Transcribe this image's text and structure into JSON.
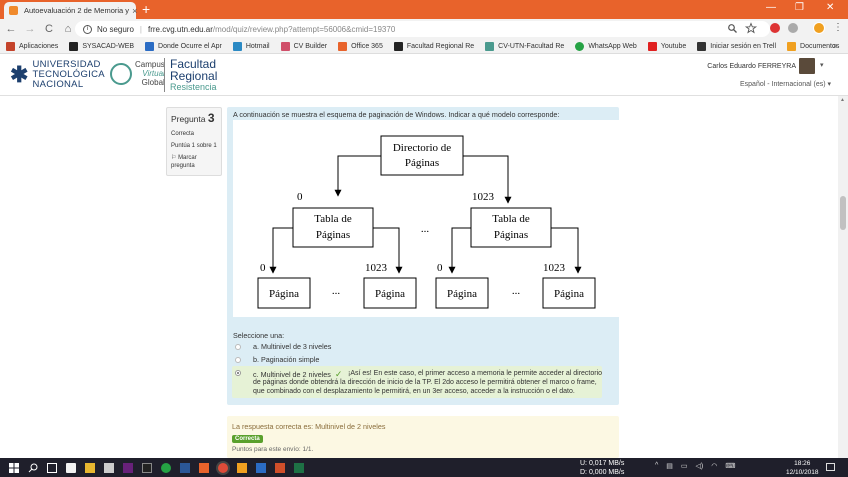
{
  "browser": {
    "tab_title": "Autoevaluación 2 de Memoria y",
    "tab_close": "×",
    "new_tab": "+",
    "back": "←",
    "forward": "→",
    "reload": "C",
    "home": "⌂",
    "security": "No seguro",
    "url_host": "frre.cvg.utn.edu.ar",
    "url_path": "/mod/quiz/review.php?attempt=56006&cmid=19370",
    "window_min": "—",
    "window_max": "❐",
    "window_close": "✕",
    "bookmarks": [
      {
        "label": "Aplicaciones",
        "color": "#c4432b"
      },
      {
        "label": "SYSACAD-WEB",
        "color": "#222222"
      },
      {
        "label": "Donde Ocurre el Apr",
        "color": "#2b6cc4"
      },
      {
        "label": "Hotmail",
        "color": "#2b8ac4"
      },
      {
        "label": "CV Builder",
        "color": "#d04f6a"
      },
      {
        "label": "Office 365",
        "color": "#e8632b"
      },
      {
        "label": "Facultad Regional Re",
        "color": "#222222"
      },
      {
        "label": "CV-UTN-Facultad Re",
        "color": "#4a9a8e"
      },
      {
        "label": "WhatsApp Web",
        "color": "#25a244"
      },
      {
        "label": "Youtube",
        "color": "#e02020"
      },
      {
        "label": "Iniciar sesión en Trell",
        "color": "#333333"
      },
      {
        "label": "Documentos",
        "color": "#f0a020"
      }
    ],
    "bookmarks_more": "»"
  },
  "header": {
    "utn_line1": "UNIVERSIDAD",
    "utn_line2": "TECNOLÓGICA",
    "utn_line3": "NACIONAL",
    "cvg_line1": "Campus",
    "cvg_line2": "Virtual",
    "cvg_line3": "Global",
    "fr_line1": "Facultad",
    "fr_line2": "Regional",
    "fr_line3": "Resistencia",
    "user_name": "Carlos Eduardo FERREYRA",
    "language": "Español - Internacional (es) ▾"
  },
  "question": {
    "label": "Pregunta",
    "number": "3",
    "state": "Correcta",
    "grade": "Puntúa 1 sobre 1",
    "flag_line1": "Marcar",
    "flag_line2": "pregunta",
    "text": "A continuación se muestra el esquema de paginación de Windows. Indicar a qué modelo corresponde:",
    "prompt": "Seleccione una:",
    "options": [
      {
        "label": "a. Multinivel de 3 niveles",
        "checked": false
      },
      {
        "label": "b. Paginación simple",
        "checked": false
      },
      {
        "label": "c. Multinivel de 2 niveles",
        "checked": true
      }
    ],
    "feedback": "¡Así es! En este caso, el primer acceso a memoria le permite acceder al directorio de páginas donde obtendrá la dirección de inicio de la TP. El 2do acceso le permitirá obtener el marco o frame, que combinado con el desplazamiento le permitirá, en un 3er acceso, acceder a la instrucción o el dato.",
    "right_answer": "La respuesta correcta es: Multinivel de 2 niveles",
    "badge": "Correcta",
    "points": "Puntos para este envío: 1/1."
  },
  "diagram": {
    "root_line1": "Directorio de",
    "root_line2": "Páginas",
    "table_line1": "Tabla de",
    "table_line2": "Páginas",
    "page": "Página",
    "idx_first": "0",
    "idx_last": "1023",
    "ellipsis": "..."
  },
  "taskbar": {
    "net_up": "U:      0,017 MB/s",
    "net_down": "D:      0,000 MB/s",
    "time": "18:26",
    "date": "12/10/2018"
  },
  "colors": {
    "tab_bar": "#e8632b",
    "question_bg": "#dcedf5",
    "correct_bg": "#e6f2d6",
    "outcome_bg": "#fcf8e3",
    "badge": "#5aa02c",
    "brand_blue": "#1c3f6e",
    "brand_teal": "#4a9a8e"
  }
}
